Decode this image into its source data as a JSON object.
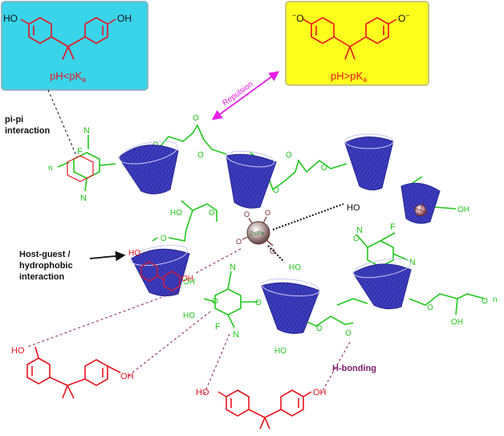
{
  "boxes": {
    "acidic": {
      "bg": "#39d3ea",
      "label": "pH<pK",
      "sub": "a"
    },
    "basic": {
      "bg": "#ffff1e",
      "label": "pH>pK",
      "sub": "a"
    }
  },
  "repulsion": {
    "text": "Repulsion",
    "color": "#e61ee6"
  },
  "interactions": {
    "pipi_line1": "pi-pi",
    "pipi_line2": "interaction",
    "hostguest_line1": "Host-guest /",
    "hostguest_line2": "hydrophobic",
    "hostguest_line3": "interaction",
    "hbonding": "H-bonding"
  },
  "groups": {
    "ho": "HO",
    "oh": "OH",
    "o": "O",
    "o_minus": "O",
    "minus": "−",
    "n": "N",
    "f": "F",
    "n_label": "n",
    "zn_label": "Zn/Fe"
  },
  "colors": {
    "bpa": "#e8141e",
    "polymer": "#22c81e",
    "cyclodextrin": "#3a3ab8",
    "metal": "#b9a6a6",
    "hbond": "#8a1a5a",
    "hbond_text": "#7a1a6a"
  }
}
